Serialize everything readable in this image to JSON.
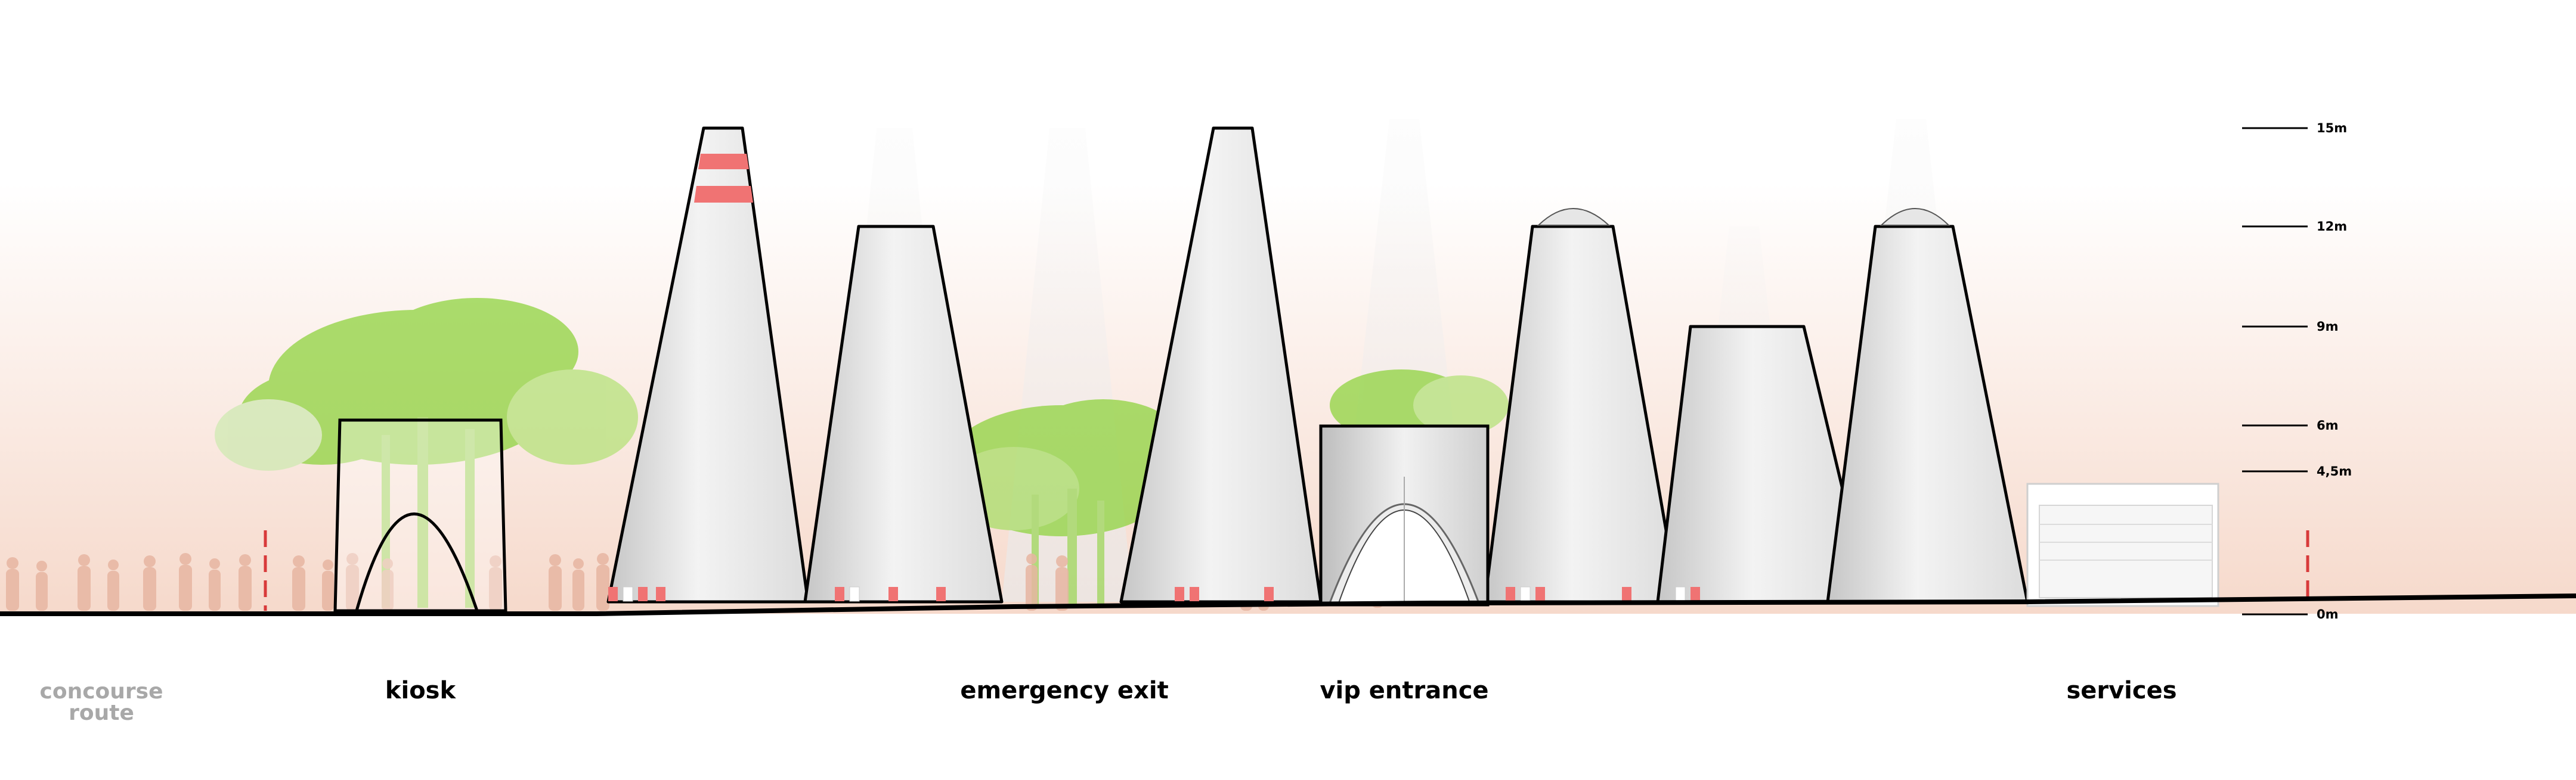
{
  "labels": {
    "concourse_route_line1": "concourse",
    "concourse_route_line2": "route",
    "kiosk": "kiosk",
    "emergency_exit": "emergency exit",
    "vip_entrance": "vip entrance",
    "services": "services"
  },
  "height_scale": [
    {
      "label": "15m",
      "value": 15
    },
    {
      "label": "12m",
      "value": 12
    },
    {
      "label": "9m",
      "value": 9
    },
    {
      "label": "6m",
      "value": 6
    },
    {
      "label": "4,5m",
      "value": 4.5
    },
    {
      "label": "0m",
      "value": 0
    }
  ],
  "colors": {
    "sky_top": "#ffffff",
    "sky_bottom": "#f7dccf",
    "tree_green": "#8fd33f",
    "cone_light": "#f4f4f4",
    "cone_dark": "#c9c9c9",
    "accent_red": "#f07373",
    "people": "#e7b6a2",
    "outline": "#000000",
    "muted_label": "#a8a8a8"
  }
}
